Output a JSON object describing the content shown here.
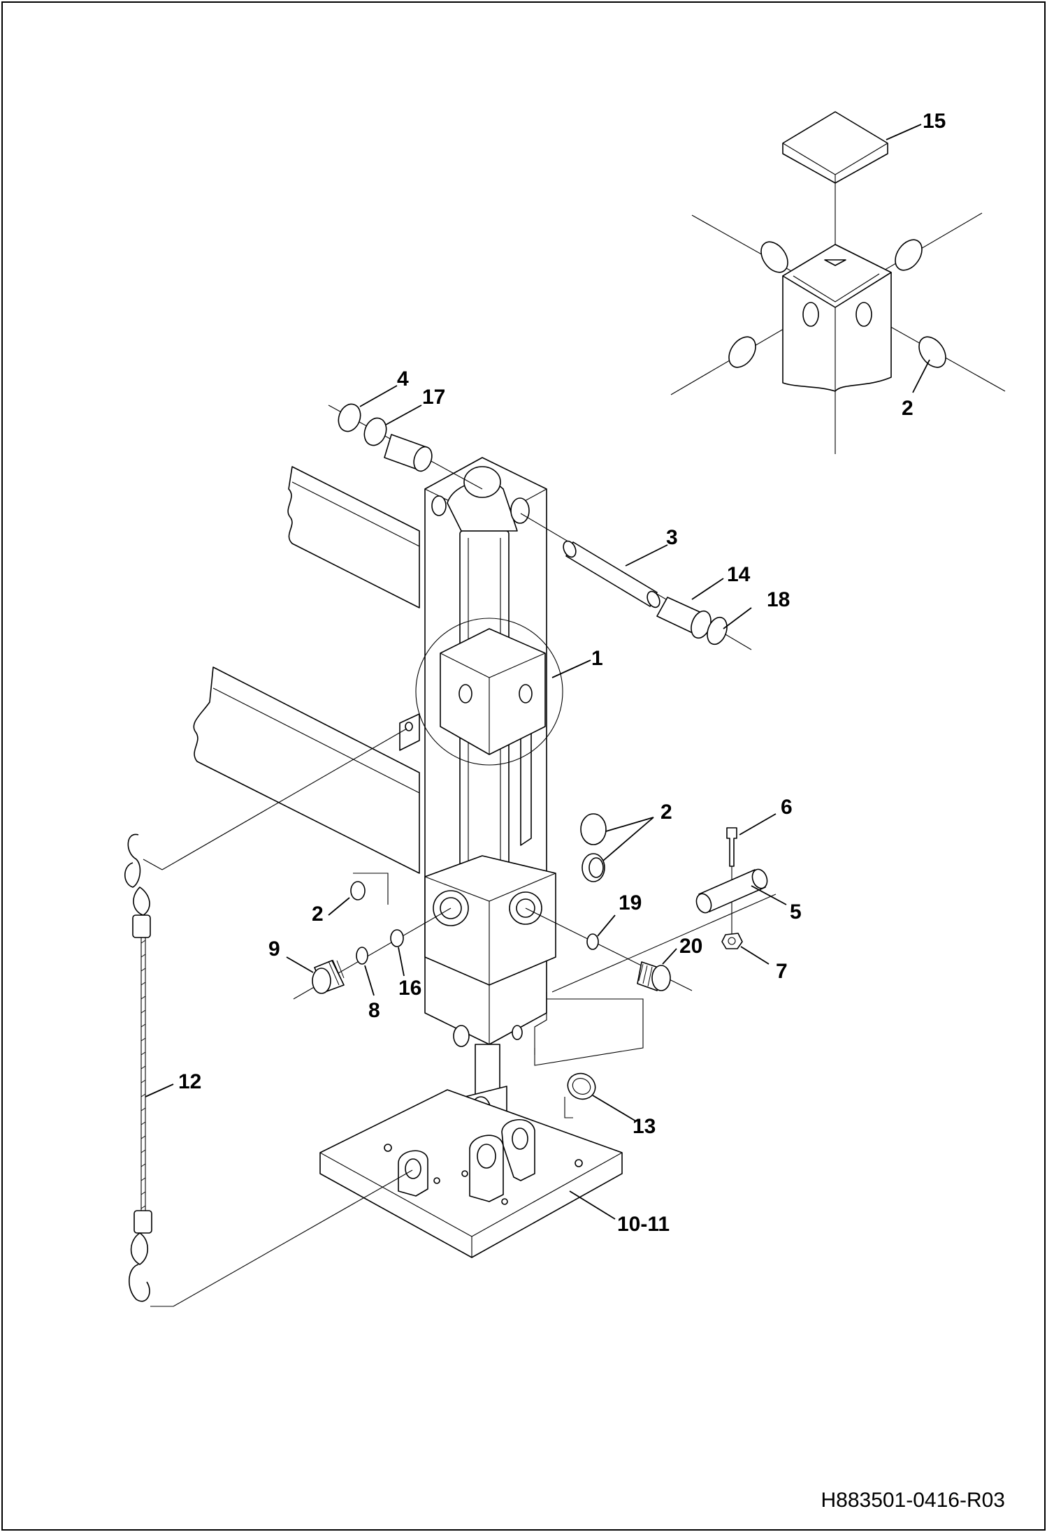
{
  "callouts": {
    "c1": "1",
    "c2_top": "2",
    "c2_detail": "2",
    "c2_left": "2",
    "c3": "3",
    "c4": "4",
    "c5": "5",
    "c6": "6",
    "c7": "7",
    "c8": "8",
    "c9": "9",
    "c10_11": "10-11",
    "c12": "12",
    "c13": "13",
    "c14": "14",
    "c15": "15",
    "c16": "16",
    "c17": "17",
    "c18": "18",
    "c19": "19",
    "c20": "20"
  },
  "document_number": "H883501-0416-R03"
}
